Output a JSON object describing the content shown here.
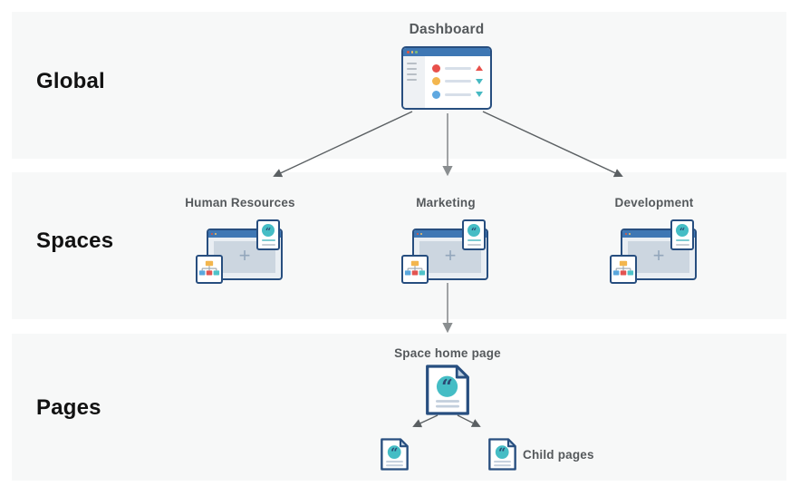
{
  "rows": [
    {
      "label": "Global"
    },
    {
      "label": "Spaces"
    },
    {
      "label": "Pages"
    }
  ],
  "dashboard": {
    "label": "Dashboard"
  },
  "spaces": [
    {
      "label": "Human Resources"
    },
    {
      "label": "Marketing"
    },
    {
      "label": "Development"
    }
  ],
  "pages": {
    "home_label": "Space home page",
    "children_label": "Child pages"
  },
  "glyphs": {
    "quote_mark": "“",
    "plus_sign": "+"
  },
  "colors": {
    "band_background": "#f7f8f8",
    "outline_navy": "#274e7f",
    "titlebar_blue": "#3e77b4",
    "accent_teal": "#45bdc5",
    "accent_red": "#e8504b",
    "accent_yellow": "#f3b64e",
    "accent_blue": "#5fa8e0",
    "label_gray": "#55595c",
    "arrow_dark": "#5b6063",
    "arrow_light": "#8a8e90"
  }
}
